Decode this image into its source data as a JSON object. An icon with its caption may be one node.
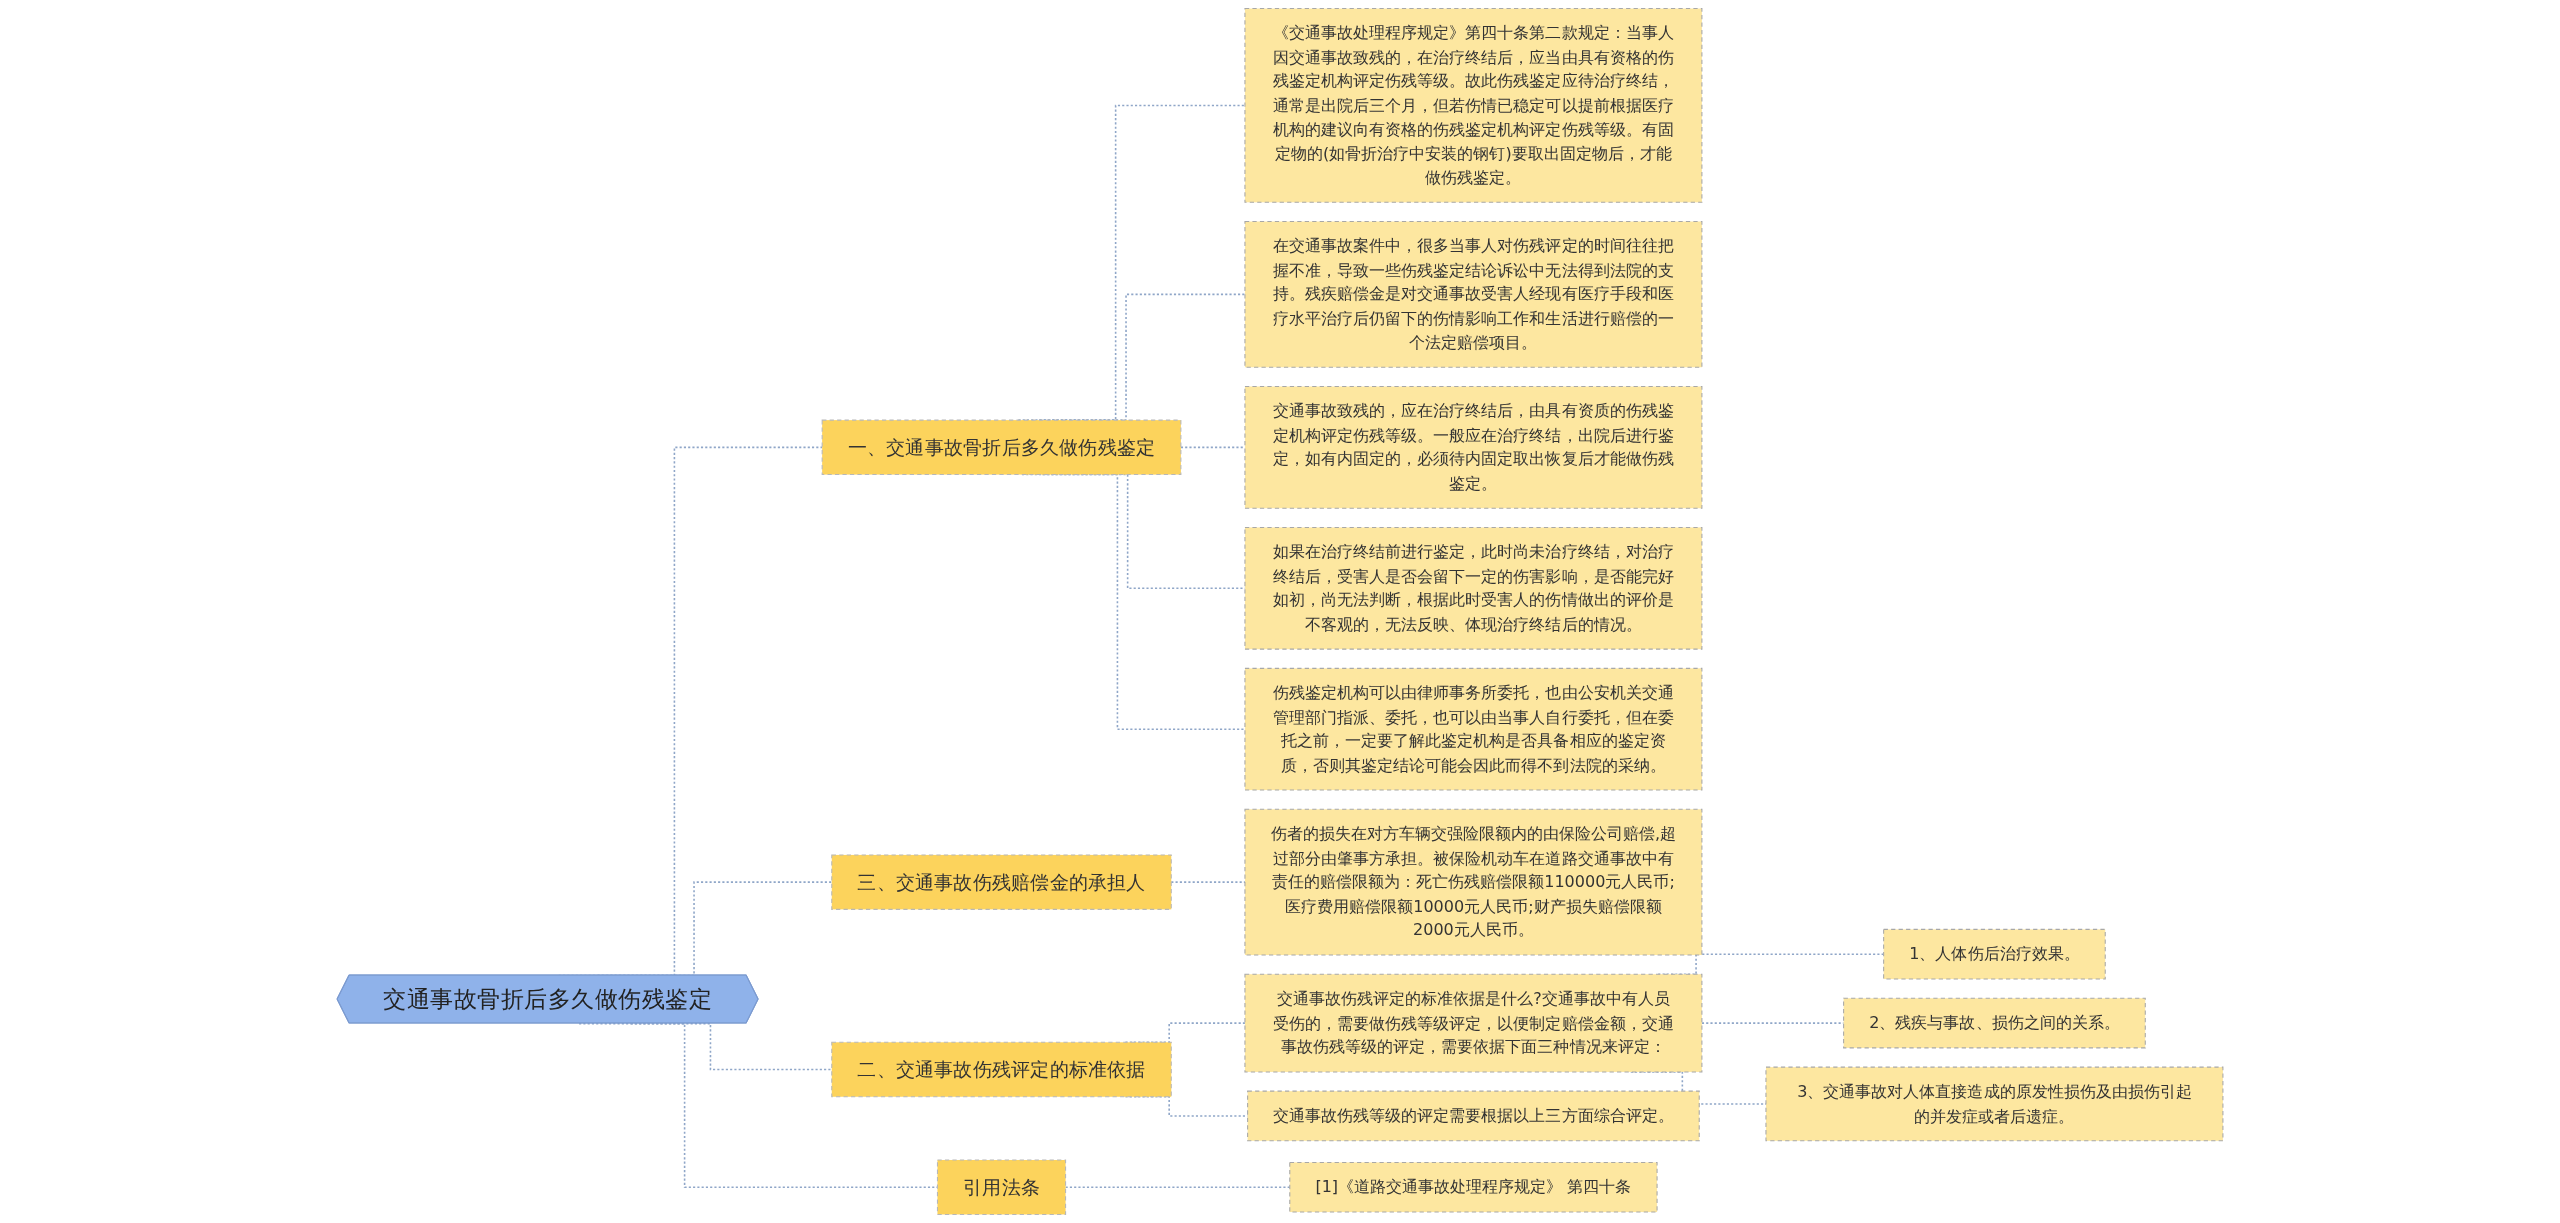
{
  "diagram": {
    "nodes": [
      {
        "text": [
          "交通事故骨折后多久做伤残鉴定"
        ]
      },
      {
        "text": [
          "一、交通事故骨折后多久做伤残鉴定"
        ]
      },
      {
        "text": [
          "《交通事故处理程序规定》第四十条第二款规定：当事人因交通事故致残的，在治疗终结后，应当由具有资格的伤残鉴定机构评定伤残等级。故此伤残鉴定应待治疗终结，通常是出院后三个月，但若伤情已稳定可以提前根据医疗机构的建议向有资格的伤残鉴定机构评定伤残等级。有固定物的(如骨折治疗中安装的钢钉)要取出固定物后，才能做伤残鉴定。"
        ]
      },
      {
        "text": [
          "在交通事故案件中，很多当事人对伤残评定的时间往往把握不准，导致一些伤残鉴定结论诉讼中无法得到法院的支持。残疾赔偿金是对交通事故受害人经现有医疗手段和医疗水平治疗后仍留下的伤情影响工作和生活进行赔偿的一个法定赔偿项目。"
        ]
      },
      {
        "text": [
          "交通事故致残的，应在治疗终结后，由具有资质的伤残鉴定机构评定伤残等级。一般应在治疗终结，出院后进行鉴定，如有内固定的，必须待内固定取出恢复后才能做伤残鉴定。"
        ]
      },
      {
        "text": [
          "如果在治疗终结前进行鉴定，此时尚未治疗终结，对治疗终结后，受害人是否会留下一定的伤害影响，是否能完好如初，尚无法判断，根据此时受害人的伤情做出的评价是不客观的，无法反映、体现治疗终结后的情况。"
        ]
      },
      {
        "text": [
          "伤残鉴定机构可以由律师事务所委托，也由公安机关交通管理部门指派、委托，也可以由当事人自行委托，但在委托之前，一定要了解此鉴定机构是否具备相应的鉴定资质，否则其鉴定结论可能会因此而得不到法院的采纳。"
        ]
      },
      {
        "text": [
          "三、交通事故伤残赔偿金的承担人"
        ]
      },
      {
        "text": [
          "伤者的损失在对方车辆交强险限额内的由保险公司赔偿,超过部分由肇事方承担。被保险机动车在道路交通事故中有责任的赔偿限额为：死亡伤残赔偿限额110000元人民币;医疗费用赔偿限额10000元人民币;财产损失赔偿限额2000元人民币。"
        ]
      },
      {
        "text": [
          "二、交通事故伤残评定的标准依据"
        ]
      },
      {
        "text": [
          "交通事故伤残评定的标准依据是什么?交通事故中有人员受伤的，需要做伤残等级评定，以便制定赔偿金额，交通事故伤残等级的评定，需要依据下面三种情况来评定："
        ]
      },
      {
        "text": [
          "1、人体伤后治疗效果。"
        ]
      },
      {
        "text": [
          "2、残疾与事故、损伤之间的关系。"
        ]
      },
      {
        "text": [
          "3、交通事故对人体直接造成的原发性损伤及由损伤引起的并发症或者后遗症。"
        ]
      },
      {
        "text": [
          "交通事故伤残等级的评定需要根据以上三方面综合评定。"
        ]
      },
      {
        "text": [
          "引用法条"
        ]
      },
      {
        "text": [
          "[1]《道路交通事故处理程序规定》 第四十条"
        ]
      }
    ],
    "edges": [
      {
        "from": 0,
        "to": 1,
        "arrow": "none",
        "style": "dashed"
      },
      {
        "from": 1,
        "to": 2,
        "arrow": "none",
        "style": "dashed"
      },
      {
        "from": 1,
        "to": 3,
        "arrow": "none",
        "style": "dashed"
      },
      {
        "from": 1,
        "to": 4,
        "arrow": "none",
        "style": "dashed"
      },
      {
        "from": 1,
        "to": 5,
        "arrow": "none",
        "style": "dashed"
      },
      {
        "from": 1,
        "to": 6,
        "arrow": "none",
        "style": "dashed"
      },
      {
        "from": 0,
        "to": 7,
        "arrow": "none",
        "style": "dashed"
      },
      {
        "from": 7,
        "to": 8,
        "arrow": "none",
        "style": "dashed"
      },
      {
        "from": 0,
        "to": 9,
        "arrow": "none",
        "style": "dashed"
      },
      {
        "from": 9,
        "to": 10,
        "arrow": "none",
        "style": "dashed"
      },
      {
        "from": 10,
        "to": 11,
        "arrow": "none",
        "style": "dashed"
      },
      {
        "from": 10,
        "to": 12,
        "arrow": "none",
        "style": "dashed"
      },
      {
        "from": 10,
        "to": 13,
        "arrow": "none",
        "style": "dashed"
      },
      {
        "from": 9,
        "to": 14,
        "arrow": "none",
        "style": "dashed"
      },
      {
        "from": 0,
        "to": 15,
        "arrow": "none",
        "style": "dashed"
      },
      {
        "from": 15,
        "to": 16,
        "arrow": "none",
        "style": "dashed"
      }
    ]
  }
}
